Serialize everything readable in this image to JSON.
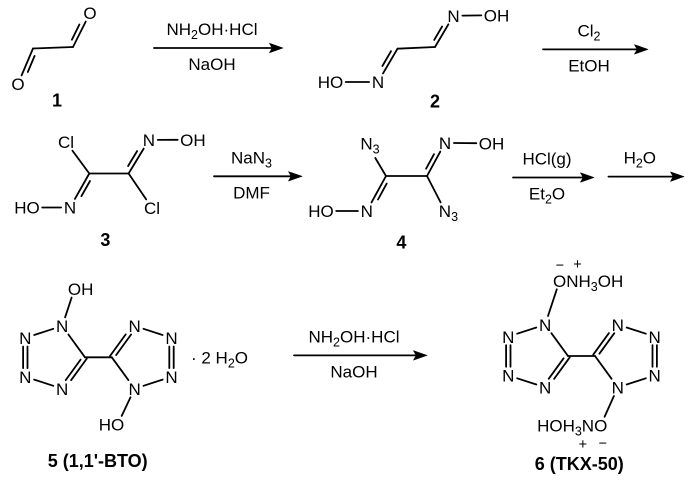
{
  "figure": {
    "type": "chemical-reaction-scheme",
    "background": "#ffffff",
    "ink": "#000000"
  },
  "compounds": {
    "c1": {
      "number": "1",
      "atoms": {
        "o_top": "O",
        "o_bottom": "O"
      }
    },
    "c2": {
      "number": "2",
      "atoms": {
        "ho_left": "HO",
        "n_left": "N",
        "n_right": "N",
        "oh_right": "OH"
      }
    },
    "c3": {
      "number": "3",
      "atoms": {
        "cl_top": "Cl",
        "cl_bottom": "Cl",
        "ho_left": "HO",
        "n_left": "N",
        "n_right": "N",
        "oh_right": "OH"
      }
    },
    "c4": {
      "number": "4",
      "atoms": {
        "azide_top": [
          {
            "t": "N"
          },
          {
            "t": "3",
            "v": "sub"
          }
        ],
        "azide_bottom": [
          {
            "t": "N"
          },
          {
            "t": "3",
            "v": "sub"
          }
        ],
        "ho_left": "HO",
        "n_left": "N",
        "n_right": "N",
        "oh_right": "OH"
      }
    },
    "c5": {
      "number": "5 (1,1'-BTO)",
      "hydrate": [
        {
          "t": "· 2 H"
        },
        {
          "t": "2",
          "v": "sub"
        },
        {
          "t": "O"
        }
      ],
      "atoms": {
        "oh_top": "OH",
        "ho_bottom": "HO",
        "l_n1": "N",
        "l_n2": "N",
        "l_n3": "N",
        "l_n4": "N",
        "r_n1": "N",
        "r_n2": "N",
        "r_n3": "N",
        "r_n4": "N"
      }
    },
    "c6": {
      "number": "6 (TKX-50)",
      "cation_top": [
        {
          "t": "ONH"
        },
        {
          "t": "3",
          "v": "sub"
        },
        {
          "t": "OH"
        }
      ],
      "cation_bottom": [
        {
          "t": "HOH"
        },
        {
          "t": "3",
          "v": "sub"
        },
        {
          "t": "NO"
        }
      ],
      "charges": {
        "top_minus": "−",
        "top_plus": "+",
        "bottom_plus": "+",
        "bottom_minus": "−"
      },
      "atoms": {
        "l_n1": "N",
        "l_n2": "N",
        "l_n3": "N",
        "l_n4": "N",
        "r_n1": "N",
        "r_n2": "N",
        "r_n3": "N",
        "r_n4": "N"
      }
    }
  },
  "arrows": [
    {
      "above": [
        {
          "t": "NH"
        },
        {
          "t": "2",
          "v": "sub"
        },
        {
          "t": "OH·HCl"
        }
      ],
      "below": [
        {
          "t": "NaOH"
        }
      ]
    },
    {
      "above": [
        {
          "t": "Cl"
        },
        {
          "t": "2",
          "v": "sub"
        }
      ],
      "below": [
        {
          "t": "EtOH"
        }
      ]
    },
    {
      "above": [
        {
          "t": "NaN"
        },
        {
          "t": "3",
          "v": "sub"
        }
      ],
      "below": [
        {
          "t": "DMF"
        }
      ]
    },
    {
      "above": [
        {
          "t": "HCl(g)"
        }
      ],
      "below": [
        {
          "t": "Et"
        },
        {
          "t": "2",
          "v": "sub"
        },
        {
          "t": "O"
        }
      ]
    },
    {
      "above": [
        {
          "t": "H"
        },
        {
          "t": "2",
          "v": "sub"
        },
        {
          "t": "O"
        }
      ],
      "below": []
    },
    {
      "above": [
        {
          "t": "NH"
        },
        {
          "t": "2",
          "v": "sub"
        },
        {
          "t": "OH·HCl"
        }
      ],
      "below": [
        {
          "t": "NaOH"
        }
      ]
    }
  ]
}
